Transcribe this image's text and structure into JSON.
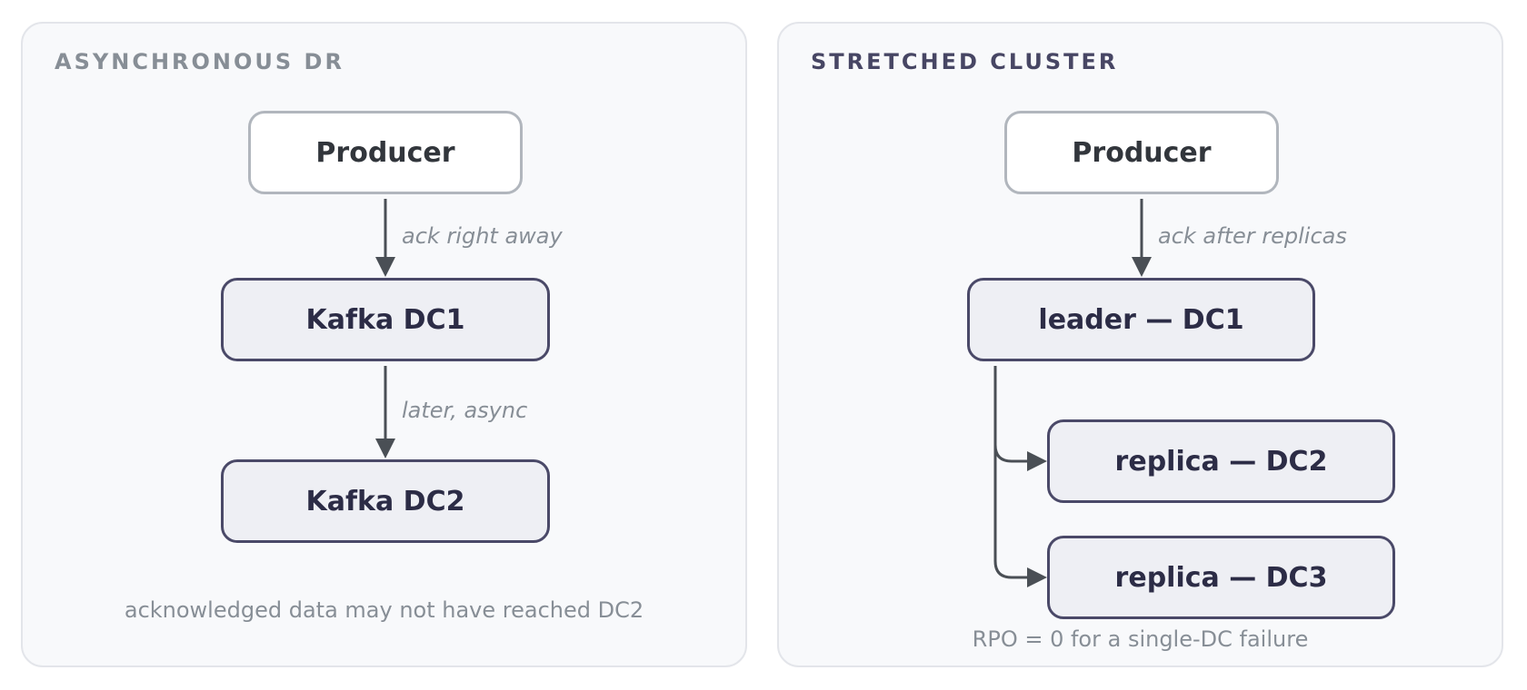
{
  "left_panel": {
    "title": "ASYNCHRONOUS DR",
    "producer": "Producer",
    "edge1_label": "ack right away",
    "node1": "Kafka DC1",
    "edge2_label": "later, async",
    "node2": "Kafka DC2",
    "caption": "acknowledged data may not have reached DC2"
  },
  "right_panel": {
    "title": "STRETCHED CLUSTER",
    "producer": "Producer",
    "edge1_label": "ack after replicas",
    "leader": "leader — DC1",
    "replica1": "replica — DC2",
    "replica2": "replica — DC3",
    "caption": "RPO = 0 for a single-DC failure"
  },
  "colors": {
    "panel_bg": "#f8f9fb",
    "node_fill": "#eeeff4",
    "node_border": "#4a4968",
    "producer_border": "#b1b6bd",
    "arrow": "#4a4f55",
    "muted_text": "#878e96"
  }
}
